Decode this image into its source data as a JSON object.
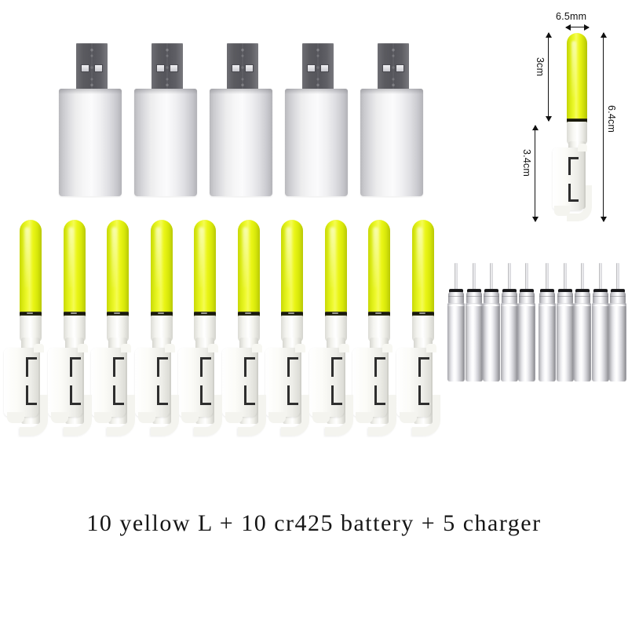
{
  "image": {
    "background_color": "#ffffff",
    "caption": "10 yellow L + 10 cr425 battery + 5 charger"
  },
  "products": {
    "chargers": {
      "label": "USB charger",
      "count": 5,
      "body_color": "#f0f0f2",
      "plug_color": "#5a5a5f"
    },
    "light_sticks": {
      "label": "yellow LED light stick with clip",
      "count": 10,
      "tip_color": "#e8f020",
      "clip_color": "#ffffff",
      "band_color": "#14140b"
    },
    "batteries": {
      "label": "CR425 battery",
      "count": 10,
      "body_color": "#d8d8dd",
      "ring_color": "#101012"
    }
  },
  "dimension_diagram": {
    "name": "light stick dimensions",
    "width_label": "6.5mm",
    "yellow_length_label": "3cm",
    "clip_length_label": "3.4cm",
    "total_length_label": "6.4cm"
  }
}
